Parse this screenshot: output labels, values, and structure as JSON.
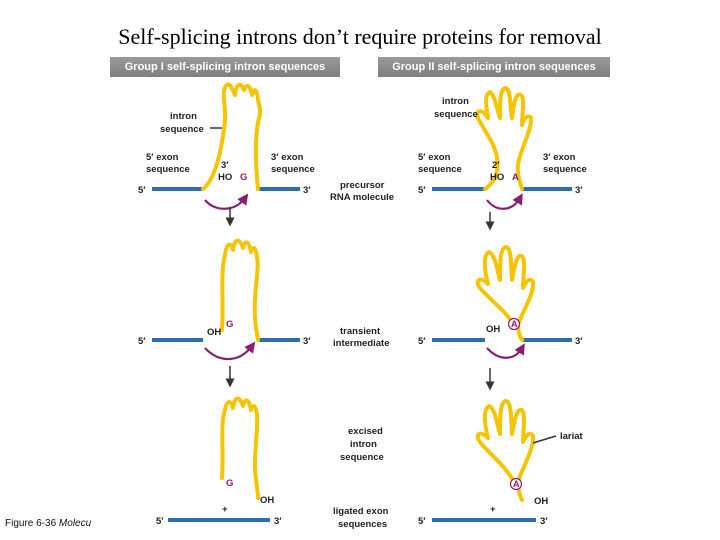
{
  "title": "Self-splicing introns don’t require proteins for removal",
  "group1": {
    "header": "Group I self-splicing intron sequences",
    "g": "G",
    "ho": "HO",
    "three_prime": "3′",
    "oh": "OH"
  },
  "group2": {
    "header": "Group II self-splicing intron sequences",
    "a": "A",
    "ho": "HO",
    "two_prime": "2′",
    "oh": "OH",
    "lariat": "lariat"
  },
  "labels": {
    "intron_1": "intron",
    "intron_2": "sequence",
    "exon5_1": "5′ exon",
    "exon5_2": "sequence",
    "exon3_1": "3′ exon",
    "exon3_2": "sequence",
    "precursor_1": "precursor",
    "precursor_2": "RNA molecule",
    "transient_1": "transient",
    "transient_2": "intermediate",
    "excised_1": "excised",
    "excised_2": "intron",
    "excised_3": "sequence",
    "ligated_1": "ligated exon",
    "ligated_2": "sequences",
    "five_prime": "5′",
    "three_prime": "3′",
    "plus": "+"
  },
  "caption": {
    "figure": "Figure 6-36",
    "book": "Molecu"
  },
  "colors": {
    "intron": "#f5c400",
    "exon": "#2e6db0",
    "attack": "#8a1e6e",
    "header": "#8a8a8a"
  }
}
